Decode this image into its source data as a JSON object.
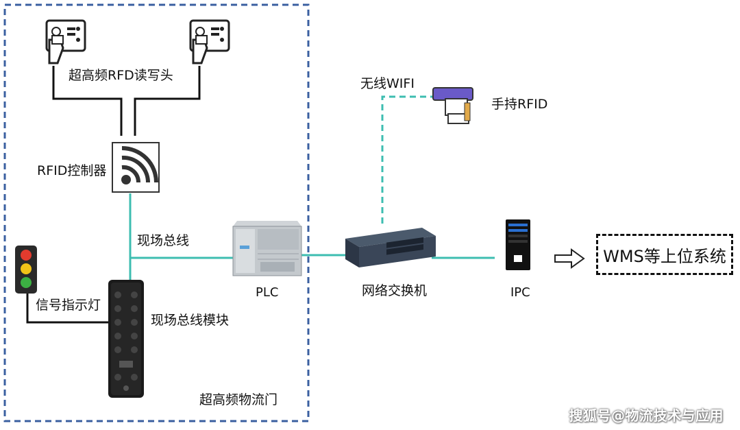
{
  "labels": {
    "uhf_reader": "超高频RFD读写头",
    "rfid_controller": "RFID控制器",
    "fieldbus": "现场总线",
    "plc": "PLC",
    "signal_light": "信号指示灯",
    "fieldbus_module": "现场总线模块",
    "gate": "超高频物流门",
    "wireless": "无线WIFI",
    "handheld": "手持RFID",
    "switch": "网络交换机",
    "ipc": "IPC",
    "wms": "WMS等上位系统"
  },
  "watermark": "搜狐号@物流技术与应用",
  "colors": {
    "gate_border": "#3a5fa0",
    "link": "#3dbdb0",
    "wire": "#111111",
    "red_light": "#e23b2e",
    "yellow_light": "#f2c318",
    "green_light": "#3cb043"
  }
}
